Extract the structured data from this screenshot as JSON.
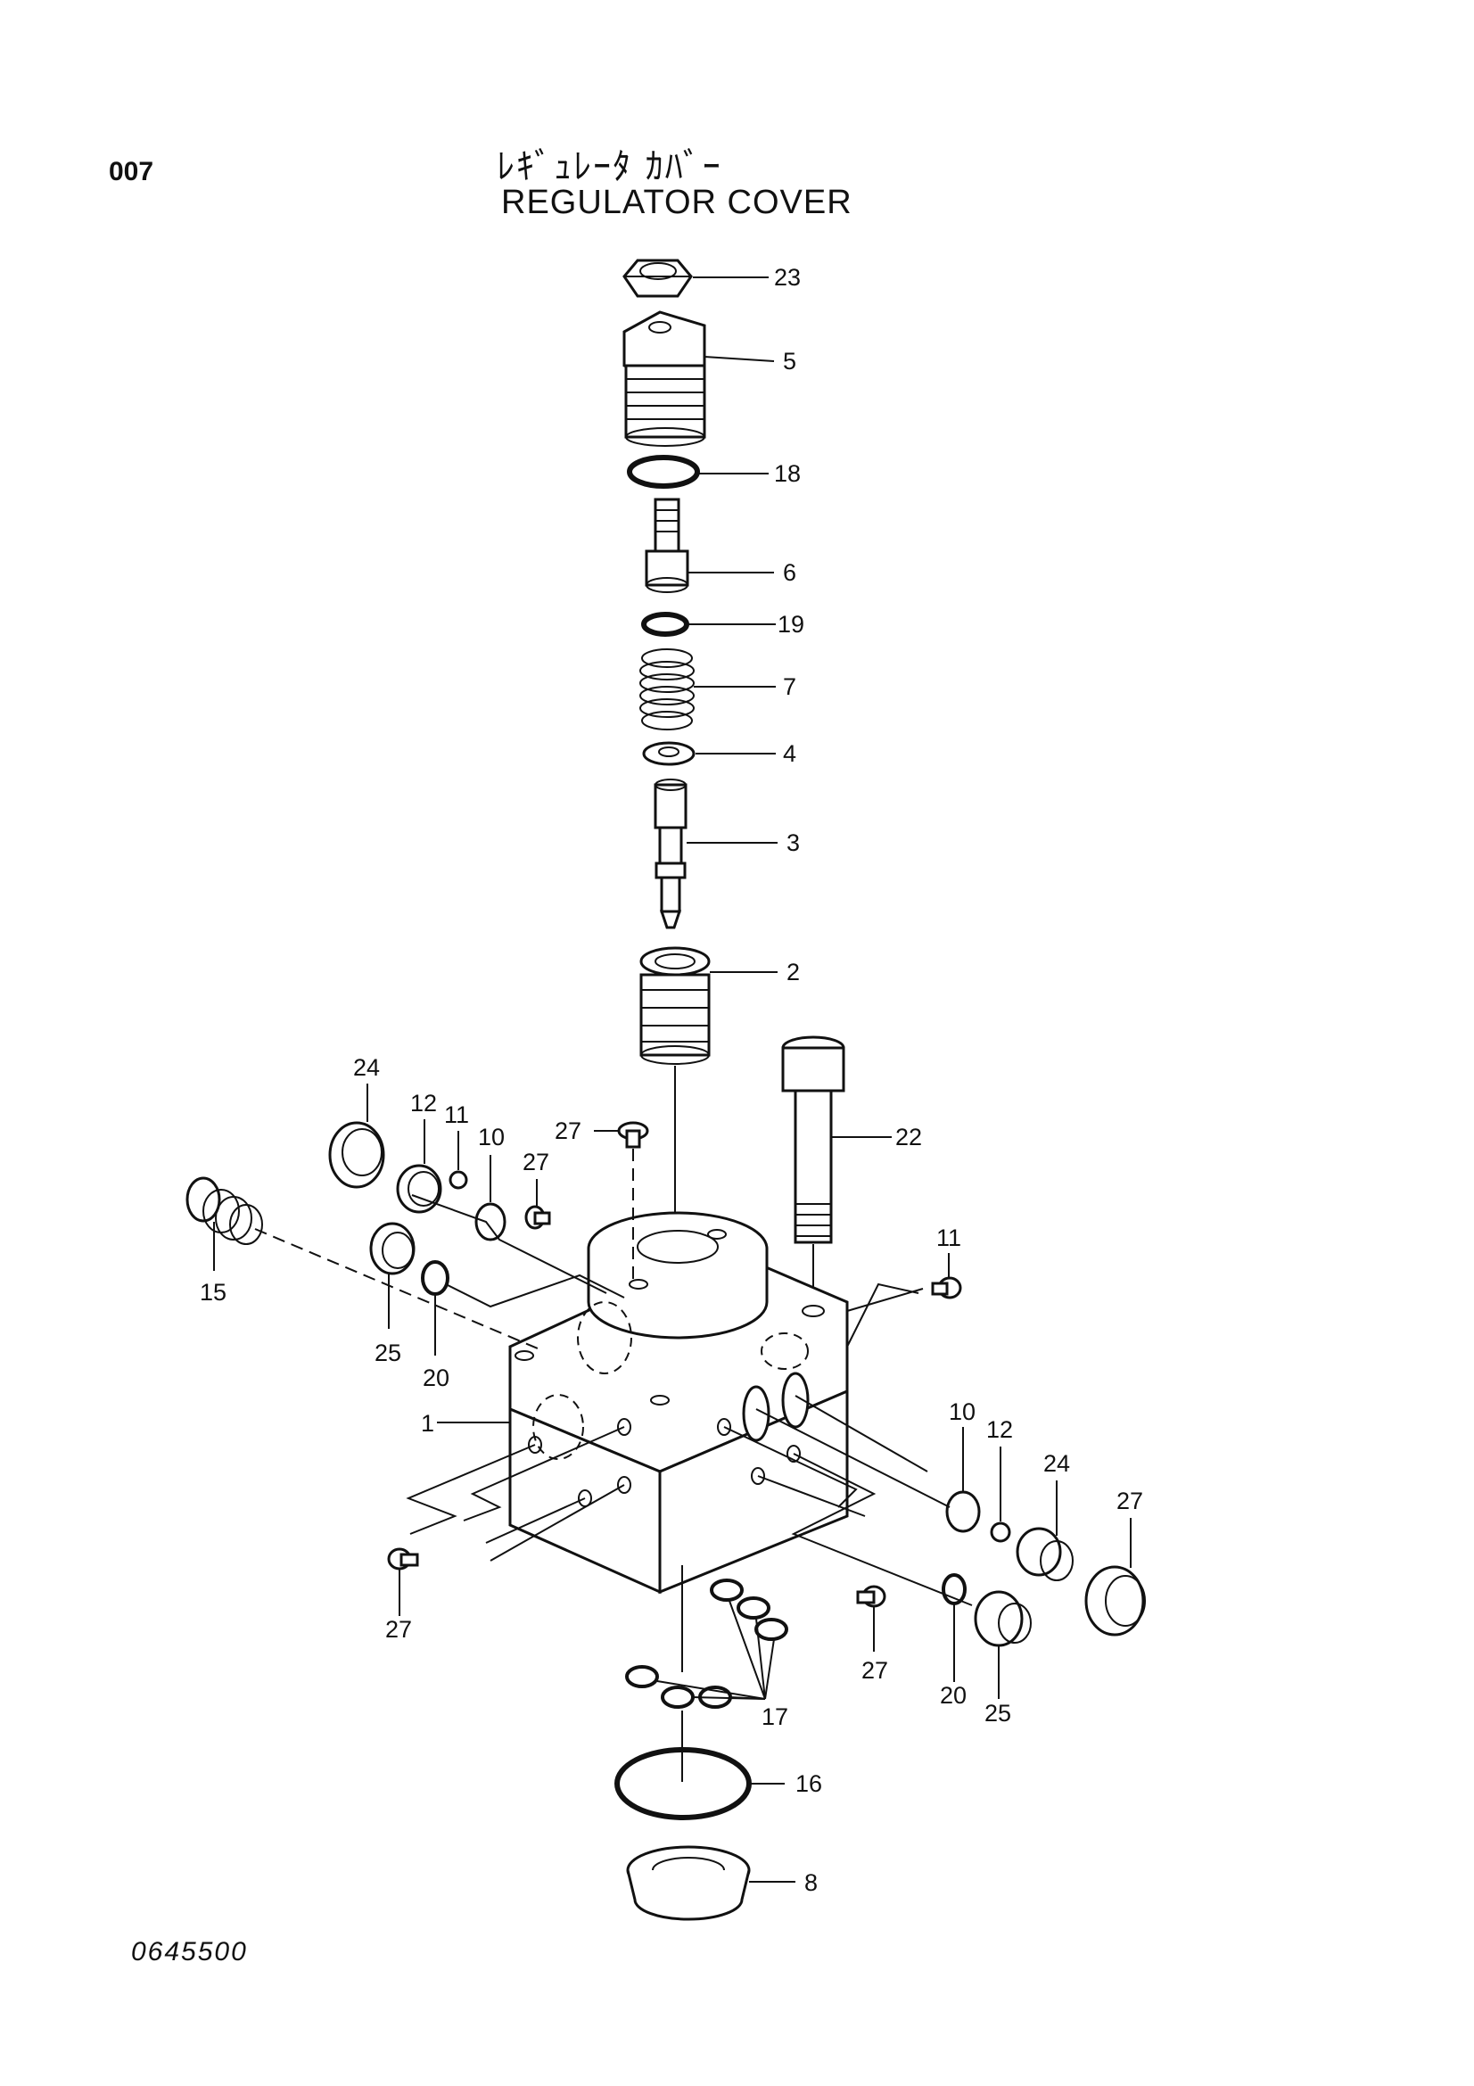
{
  "header": {
    "page_number": "007",
    "title_japanese": "ﾚｷﾞｭﾚｰﾀ ｶﾊﾞｰ",
    "title_english": "REGULATOR COVER"
  },
  "footer": {
    "drawing_code": "0645500"
  },
  "callouts": [
    {
      "id": "c23",
      "label": "23"
    },
    {
      "id": "c5",
      "label": "5"
    },
    {
      "id": "c18",
      "label": "18"
    },
    {
      "id": "c6",
      "label": "6"
    },
    {
      "id": "c19",
      "label": "19"
    },
    {
      "id": "c7",
      "label": "7"
    },
    {
      "id": "c4",
      "label": "4"
    },
    {
      "id": "c3",
      "label": "3"
    },
    {
      "id": "c2",
      "label": "2"
    },
    {
      "id": "c22",
      "label": "22"
    },
    {
      "id": "c24a",
      "label": "24"
    },
    {
      "id": "c12a",
      "label": "12"
    },
    {
      "id": "c11a",
      "label": "11"
    },
    {
      "id": "c10a",
      "label": "10"
    },
    {
      "id": "c27a",
      "label": "27"
    },
    {
      "id": "c27b",
      "label": "27"
    },
    {
      "id": "c15",
      "label": "15"
    },
    {
      "id": "c25a",
      "label": "25"
    },
    {
      "id": "c20a",
      "label": "20"
    },
    {
      "id": "c1",
      "label": "1"
    },
    {
      "id": "c27c",
      "label": "27"
    },
    {
      "id": "c10b",
      "label": "10"
    },
    {
      "id": "c11b",
      "label": "11"
    },
    {
      "id": "c12b",
      "label": "12"
    },
    {
      "id": "c24b",
      "label": "24"
    },
    {
      "id": "c27d",
      "label": "27"
    },
    {
      "id": "c27e",
      "label": "27"
    },
    {
      "id": "c20b",
      "label": "20"
    },
    {
      "id": "c25b",
      "label": "25"
    },
    {
      "id": "c17",
      "label": "17"
    },
    {
      "id": "c16",
      "label": "16"
    },
    {
      "id": "c8",
      "label": "8"
    }
  ]
}
